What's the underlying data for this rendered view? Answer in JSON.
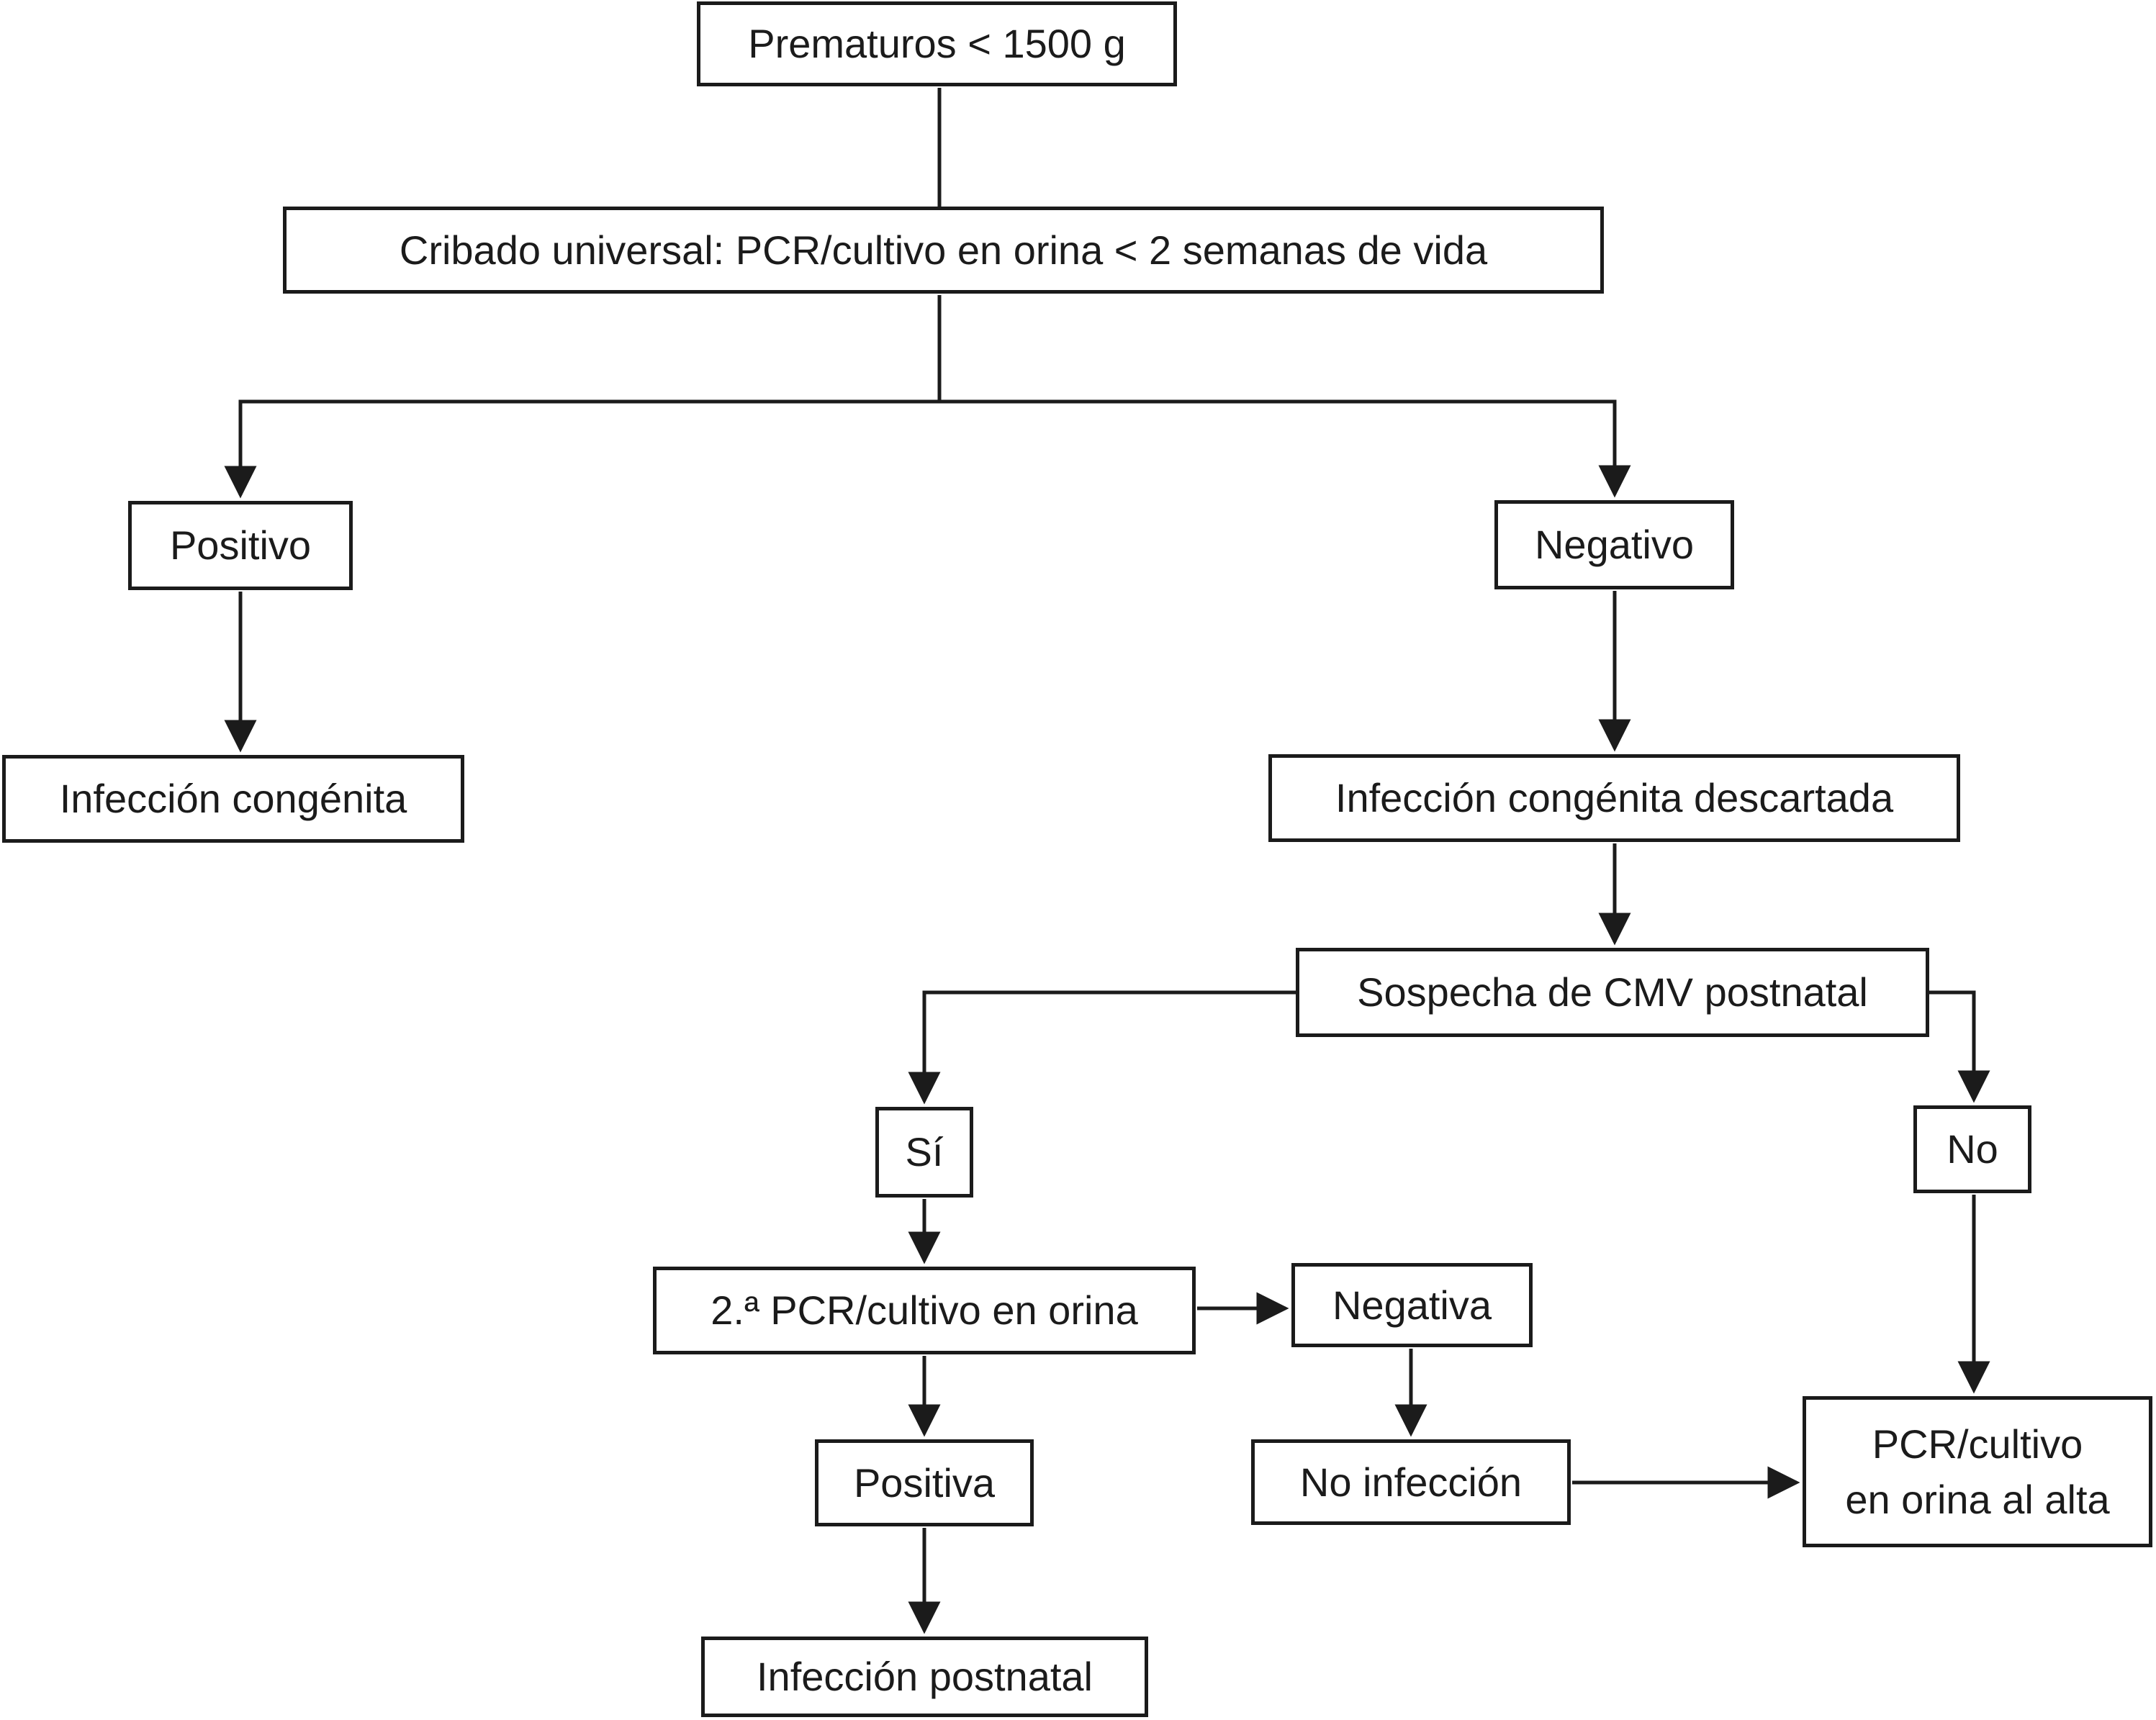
{
  "diagram": {
    "type": "flowchart",
    "language": "es",
    "colors": {
      "ink": "#1b1b1b",
      "background": "#ffffff",
      "box_fill": "#ffffff"
    },
    "nodes": {
      "prematuros": {
        "label": "Prematuros < 1500 g"
      },
      "cribado": {
        "label": "Cribado universal: PCR/cultivo en orina < 2 semanas de vida"
      },
      "positivo": {
        "label": "Positivo"
      },
      "negativo": {
        "label": "Negativo"
      },
      "inf_congenita": {
        "label": "Infección congénita"
      },
      "inf_descartada": {
        "label": "Infección congénita descartada"
      },
      "sospecha": {
        "label": "Sospecha de CMV postnatal"
      },
      "si": {
        "label": "Sí"
      },
      "pcr2": {
        "label": "2.ª PCR/cultivo en orina"
      },
      "negativa": {
        "label": "Negativa"
      },
      "positiva": {
        "label": "Positiva"
      },
      "no_infeccion": {
        "label": "No infección"
      },
      "no": {
        "label": "No"
      },
      "pcr_alta": {
        "label": "PCR/cultivo\nen orina al alta"
      },
      "inf_postnatal": {
        "label": "Infección postnatal"
      }
    },
    "edges": [
      {
        "from": "prematuros",
        "to": "cribado",
        "arrow": false
      },
      {
        "from": "cribado",
        "to": "positivo",
        "arrow": true
      },
      {
        "from": "cribado",
        "to": "negativo",
        "arrow": true
      },
      {
        "from": "positivo",
        "to": "inf_congenita",
        "arrow": true
      },
      {
        "from": "negativo",
        "to": "inf_descartada",
        "arrow": true
      },
      {
        "from": "inf_descartada",
        "to": "sospecha",
        "arrow": true
      },
      {
        "from": "sospecha",
        "to": "si",
        "arrow": true
      },
      {
        "from": "sospecha",
        "to": "no",
        "arrow": true
      },
      {
        "from": "si",
        "to": "pcr2",
        "arrow": true
      },
      {
        "from": "pcr2",
        "to": "negativa",
        "arrow": true
      },
      {
        "from": "pcr2",
        "to": "positiva",
        "arrow": true
      },
      {
        "from": "negativa",
        "to": "no_infeccion",
        "arrow": true
      },
      {
        "from": "positiva",
        "to": "inf_postnatal",
        "arrow": true
      },
      {
        "from": "no_infeccion",
        "to": "pcr_alta",
        "arrow": true
      },
      {
        "from": "no",
        "to": "pcr_alta",
        "arrow": true
      }
    ]
  }
}
